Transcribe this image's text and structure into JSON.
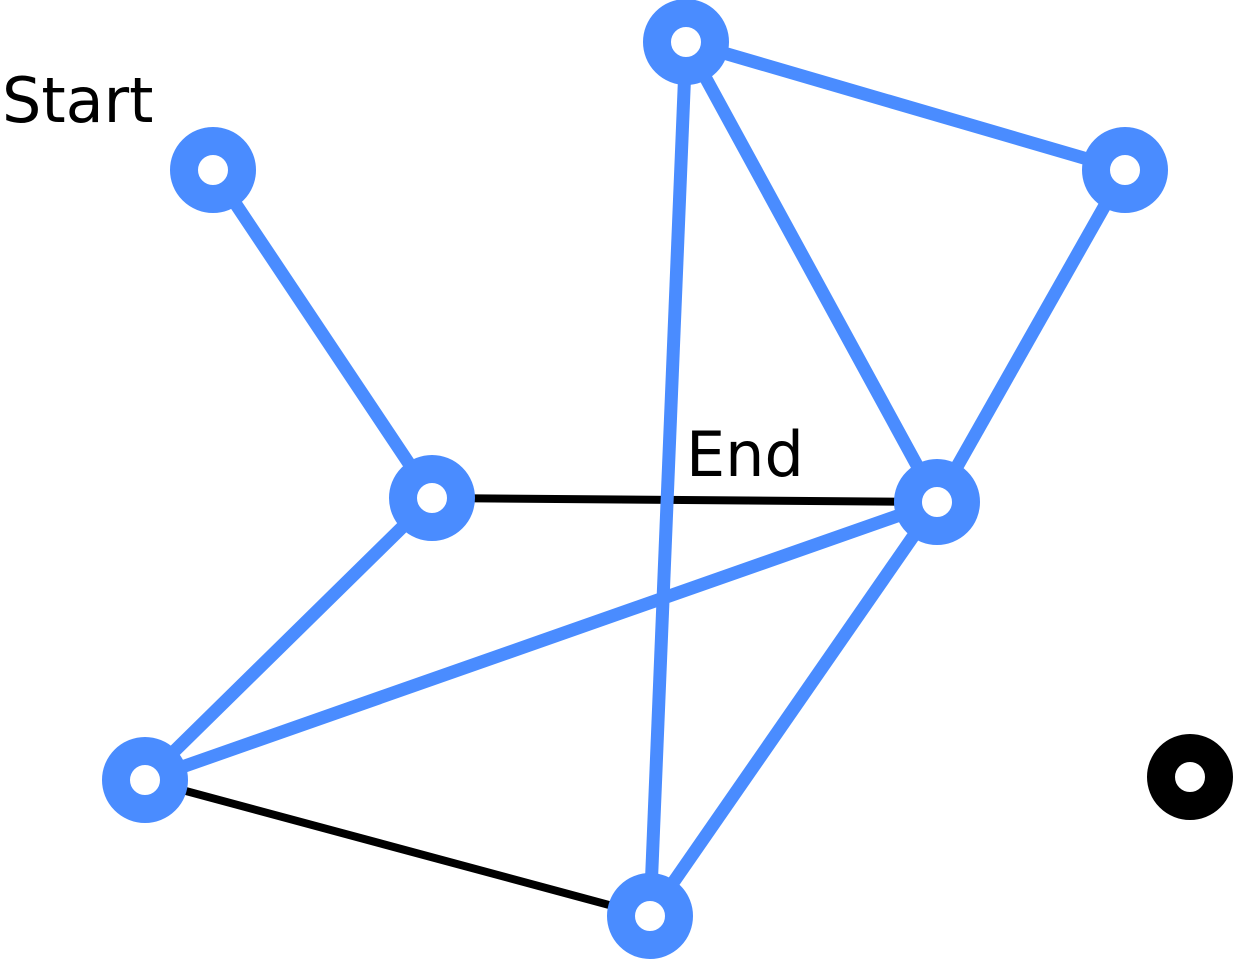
{
  "diagram": {
    "type": "graph",
    "labels": {
      "start": "Start",
      "end": "End"
    },
    "colors": {
      "path": "#4a8cff",
      "edge": "#000000",
      "node_fill": "#ffffff",
      "background": "#ffffff"
    },
    "nodes": [
      {
        "id": "n-start",
        "role": "start",
        "on_path": true
      },
      {
        "id": "n-top",
        "role": "",
        "on_path": true
      },
      {
        "id": "n-top-right",
        "role": "",
        "on_path": true
      },
      {
        "id": "n-mid-left",
        "role": "",
        "on_path": true
      },
      {
        "id": "n-end",
        "role": "end",
        "on_path": true
      },
      {
        "id": "n-bottom-left",
        "role": "",
        "on_path": true
      },
      {
        "id": "n-bottom",
        "role": "",
        "on_path": true
      },
      {
        "id": "n-isolated",
        "role": "",
        "on_path": false
      }
    ],
    "edges": [
      {
        "from": "n-start",
        "to": "n-mid-left",
        "highlighted": true
      },
      {
        "from": "n-mid-left",
        "to": "n-bottom-left",
        "highlighted": true
      },
      {
        "from": "n-mid-left",
        "to": "n-end",
        "highlighted": false
      },
      {
        "from": "n-bottom-left",
        "to": "n-end",
        "highlighted": true
      },
      {
        "from": "n-bottom-left",
        "to": "n-bottom",
        "highlighted": false
      },
      {
        "from": "n-bottom",
        "to": "n-top",
        "highlighted": true
      },
      {
        "from": "n-bottom",
        "to": "n-end",
        "highlighted": true
      },
      {
        "from": "n-top",
        "to": "n-end",
        "highlighted": true
      },
      {
        "from": "n-top",
        "to": "n-top-right",
        "highlighted": true
      },
      {
        "from": "n-top-right",
        "to": "n-end",
        "highlighted": true
      }
    ]
  }
}
